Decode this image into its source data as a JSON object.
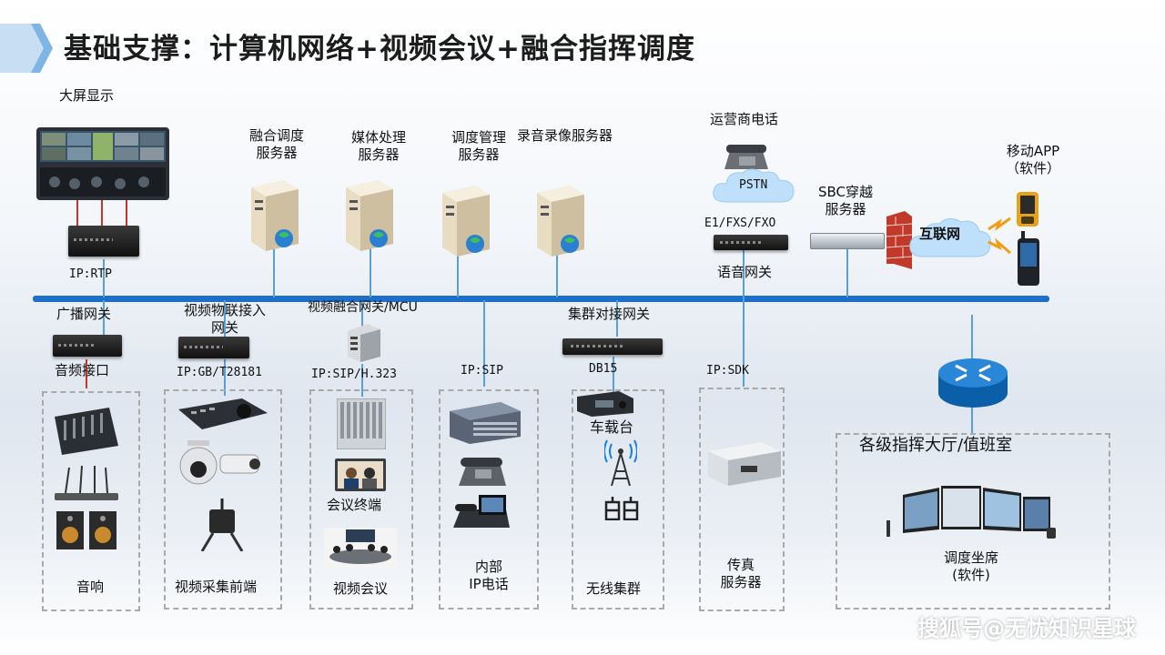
{
  "title": "基础支撑：计算机网络+视频会议+融合指挥调度",
  "display": {
    "label": "大屏显示",
    "ip": "IP:RTP"
  },
  "servers": [
    {
      "line1": "融合调度",
      "line2": "服务器"
    },
    {
      "line1": "媒体处理",
      "line2": "服务器"
    },
    {
      "line1": "调度管理",
      "line2": "服务器"
    },
    {
      "line1": "录音录像服务器",
      "line2": ""
    }
  ],
  "carrier": {
    "label": "运营商电话",
    "cloud": "PSTN",
    "interfaces": "E1/FXS/FXO",
    "gateway": "语音网关"
  },
  "sbc": {
    "line1": "SBC穿越",
    "line2": "服务器"
  },
  "internet": {
    "label": "互联网"
  },
  "mobile": {
    "line1": "移动APP",
    "line2": "（软件）"
  },
  "gateways": {
    "broadcast": {
      "label": "广播网关",
      "port": "音频接口"
    },
    "iot": {
      "line1": "视频物联接入",
      "line2": "网关",
      "proto": "IP:GB/T28181"
    },
    "mcu": {
      "label": "视频融合网关/MCU",
      "proto": "IP:SIP/H.323"
    },
    "sip": {
      "proto": "IP:SIP"
    },
    "trunk": {
      "label": "集群对接网关",
      "port": "DB15"
    },
    "sdk": {
      "proto": "IP:SDK"
    }
  },
  "groups": {
    "audio": {
      "label": "音响"
    },
    "video_capture": {
      "label": "视频采集前端"
    },
    "conference": {
      "terminal": "会议终端",
      "label": "视频会议"
    },
    "phone": {
      "line1": "内部",
      "line2": "IP电话"
    },
    "trunking": {
      "vehicle": "车载台",
      "label": "无线集群"
    },
    "fax": {
      "line1": "传真",
      "line2": "服务器"
    },
    "command": {
      "title": "各级指挥大厅/值班室",
      "line1": "调度坐席",
      "line2": "(软件)"
    }
  },
  "watermark": "搜狐号@无忧知识星球"
}
